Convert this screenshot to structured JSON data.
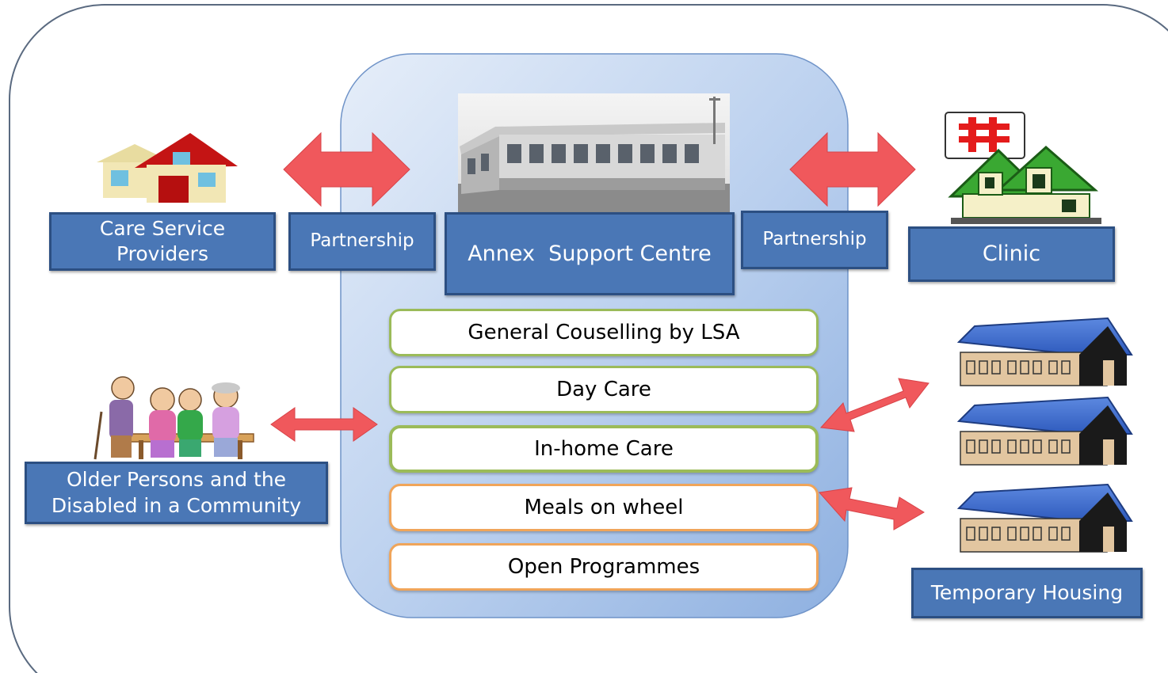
{
  "nodes": {
    "care_providers": "Care Service Providers",
    "partnership_left": "Partnership",
    "annex_centre": "Annex  Support Centre",
    "partnership_right": "Partnership",
    "clinic": "Clinic",
    "older_persons": "Older Persons and the Disabled in a Community",
    "temporary_housing": "Temporary Housing"
  },
  "services": [
    "General Couselling by LSA",
    "Day Care",
    "In-home Care",
    "Meals on wheel",
    "Open Programmes"
  ],
  "colors": {
    "box_fill": "#4a77b6",
    "box_border": "#2c4f82",
    "arrow": "#f0585c",
    "green_border": "#9bbb59",
    "orange_border": "#f0a55a",
    "center_fill": "#c6d9f1"
  }
}
